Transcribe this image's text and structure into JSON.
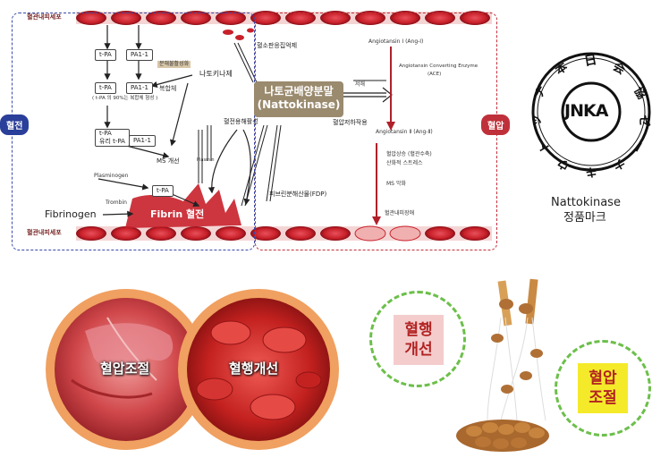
{
  "diagram": {
    "endothelium_top_label": "혈관내피세포",
    "endothelium_bottom_label": "혈관내피세포",
    "left_side_tag": "혈전",
    "right_side_tag": "혈압",
    "center_box_line1": "나토균배양분말",
    "center_box_line2": "(Nattokinase)",
    "left": {
      "tpa_top": "t-PA",
      "pa1_top": "PA1-1",
      "inhibit": "분해불활성화",
      "nattokinase": "나토키나제",
      "complex_tpa": "t-PA",
      "complex_pa1": "PA1-1",
      "complex_label": "복합체",
      "complex_note": "( t-PA 의 90%는 복합체 형성 )",
      "free_tpa_a": "t-PA",
      "free_tpa_b": "유리 t-PA",
      "pa1_mid": "PA1-1",
      "ms_improve": "MS 개선",
      "plasmin": "Plasmin",
      "plasminogen": "Plasminogen",
      "tpa_bottom": "t-PA",
      "trombin": "Trombin",
      "fibrinogen": "Fibrinogen",
      "fibrin_clot": "Fibrin 혈전",
      "thrombolysis": "혈전용해활성",
      "platelet": "혈소판응집억제",
      "fdp": "피브린분해산물(FDP)"
    },
    "right": {
      "ang1": "Angiotansin Ⅰ (Ang-Ⅰ)",
      "ace_line1": "Angiotansin Converting Enzyme",
      "ace_line2": "(ACE)",
      "inhibit": "저해",
      "bp_lower": "혈압저하작용",
      "ang2": "Angiotansin Ⅱ (Ang-Ⅱ)",
      "bp_rise": "혈압상승 (혈관수축)",
      "oxidative": "산화적 스트레스",
      "ms_worse": "MS 악화",
      "endo_damage": "혈관내피장애"
    }
  },
  "seal": {
    "logo_text": "JNKA",
    "caption_en": "Nattokinase",
    "caption_ko": "정품마크"
  },
  "bubbles": {
    "left_label": "혈압조절",
    "right_label": "혈행개선"
  },
  "natto": {
    "badge1_line1": "혈행",
    "badge1_line2": "개선",
    "badge2_line1": "혈압",
    "badge2_line2": "조절"
  },
  "colors": {
    "rbc": "#c8202a",
    "blue_dash": "#3b4aa8",
    "red_dash": "#c0303a",
    "center_box": "#9a8a6e",
    "green_ring": "#6cbf4a",
    "pink_badge": "#f4cccc",
    "yellow_badge": "#f5ea2a"
  }
}
